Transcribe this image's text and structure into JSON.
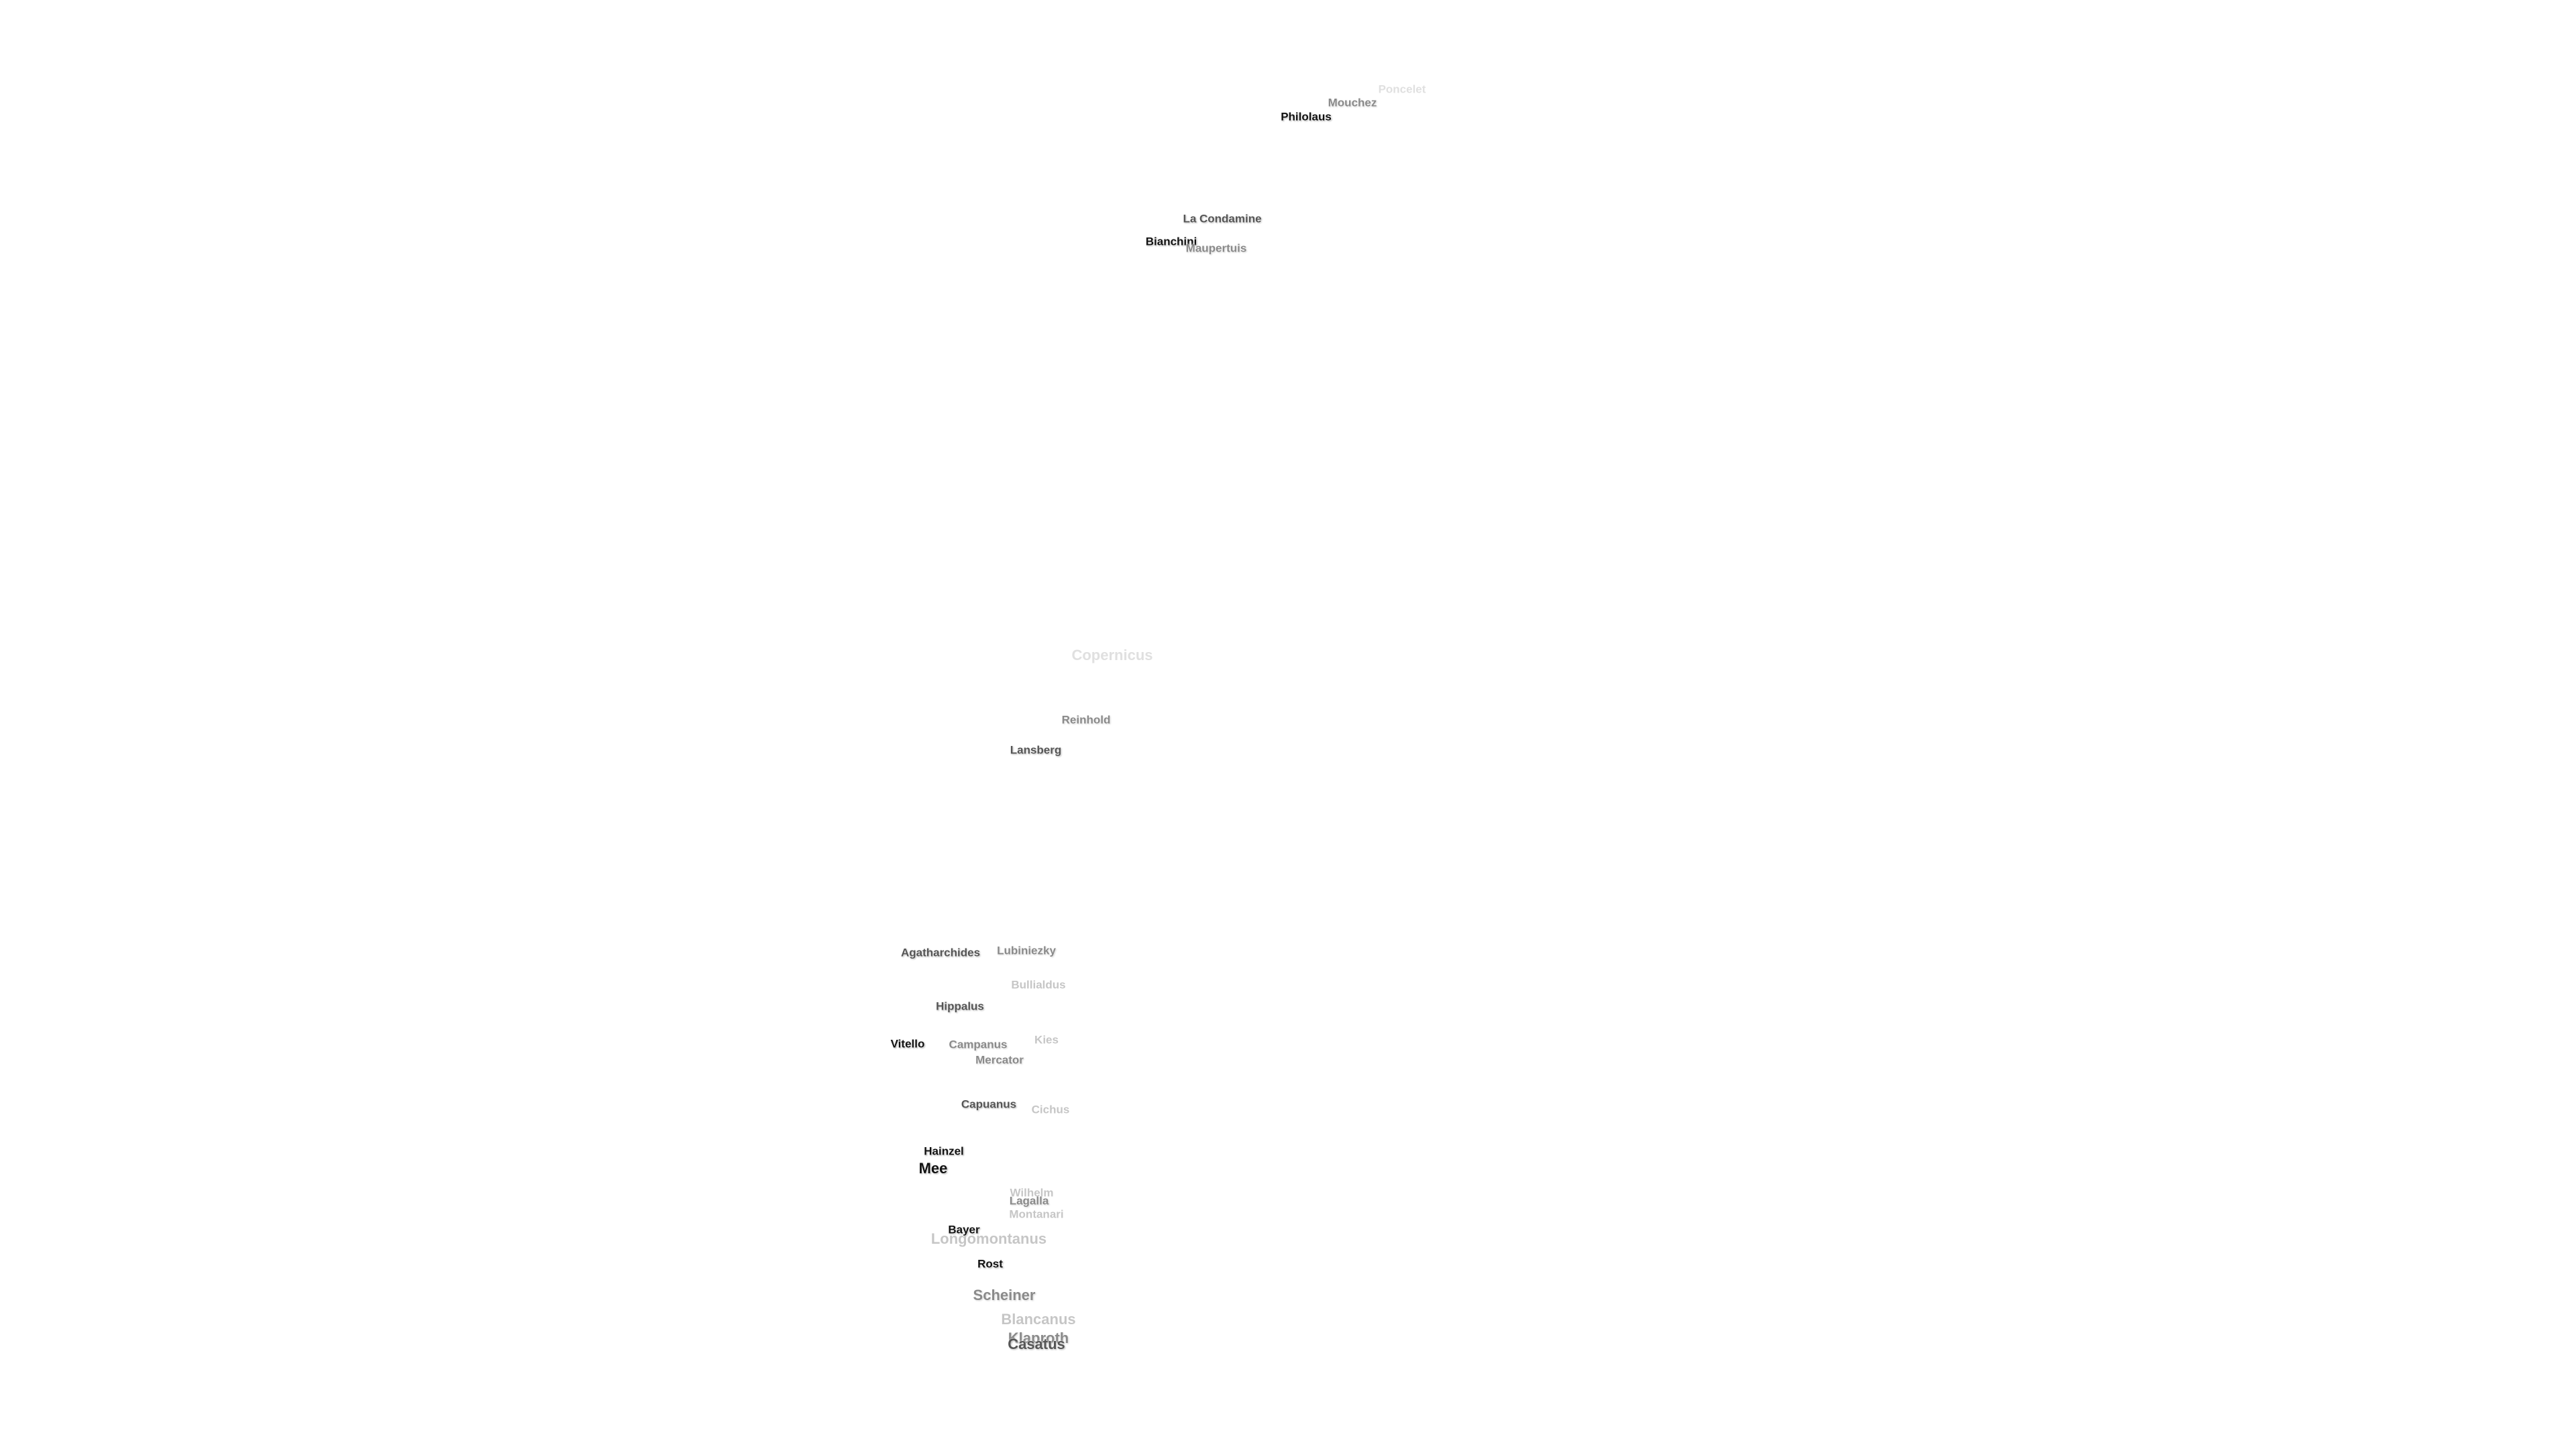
{
  "map": {
    "labels": [
      {
        "text": "Poncelet"
      },
      {
        "text": "Mouchez"
      },
      {
        "text": "Philolaus"
      },
      {
        "text": "La Condamine"
      },
      {
        "text": "Bianchini"
      },
      {
        "text": "Maupertuis"
      },
      {
        "text": "Copernicus"
      },
      {
        "text": "Reinhold"
      },
      {
        "text": "Lansberg"
      },
      {
        "text": "Agatharchides"
      },
      {
        "text": "Lubiniezky"
      },
      {
        "text": "Bullialdus"
      },
      {
        "text": "Hippalus"
      },
      {
        "text": "Vitello"
      },
      {
        "text": "Campanus"
      },
      {
        "text": "Kies"
      },
      {
        "text": "Mercator"
      },
      {
        "text": "Capuanus"
      },
      {
        "text": "Cichus"
      },
      {
        "text": "Hainzel"
      },
      {
        "text": "Mee"
      },
      {
        "text": "Wilhelm"
      },
      {
        "text": "Lagalla"
      },
      {
        "text": "Montanari"
      },
      {
        "text": "Bayer"
      },
      {
        "text": "Longomontanus"
      },
      {
        "text": "Rost"
      },
      {
        "text": "Scheiner"
      },
      {
        "text": "Blancanus"
      },
      {
        "text": "Klaproth"
      },
      {
        "text": "Casatus"
      }
    ]
  }
}
